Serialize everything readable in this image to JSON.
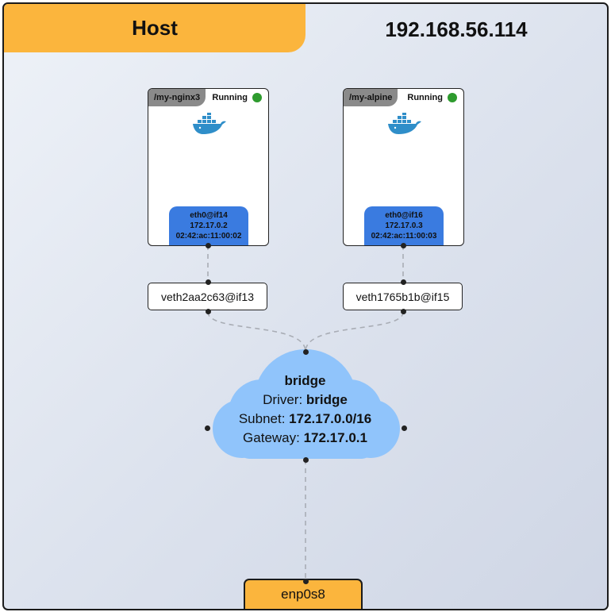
{
  "host": {
    "label": "Host",
    "ip": "192.168.56.114",
    "accent_color": "#fbb53d"
  },
  "containers": [
    {
      "name": "/my-nginx3",
      "status": "Running",
      "status_color": "#2e9b2e",
      "icon": "docker-whale-icon",
      "iface": {
        "name": "eth0@if14",
        "ip": "172.17.0.2",
        "mac": "02:42:ac:11:00:02"
      },
      "veth": "veth2aa2c63@if13"
    },
    {
      "name": "/my-alpine",
      "status": "Running",
      "status_color": "#2e9b2e",
      "icon": "docker-whale-icon",
      "iface": {
        "name": "eth0@if16",
        "ip": "172.17.0.3",
        "mac": "02:42:ac:11:00:03"
      },
      "veth": "veth1765b1b@if15"
    }
  ],
  "network": {
    "name": "bridge",
    "driver_label": "Driver: ",
    "driver": "bridge",
    "subnet_label": "Subnet: ",
    "subnet": "172.17.0.0/16",
    "gateway_label": "Gateway: ",
    "gateway": "172.17.0.1",
    "cloud_color": "#90c4fb"
  },
  "uplink": {
    "name": "enp0s8"
  },
  "colors": {
    "iface": "#3a7be0",
    "wire": "#a9adb5"
  }
}
